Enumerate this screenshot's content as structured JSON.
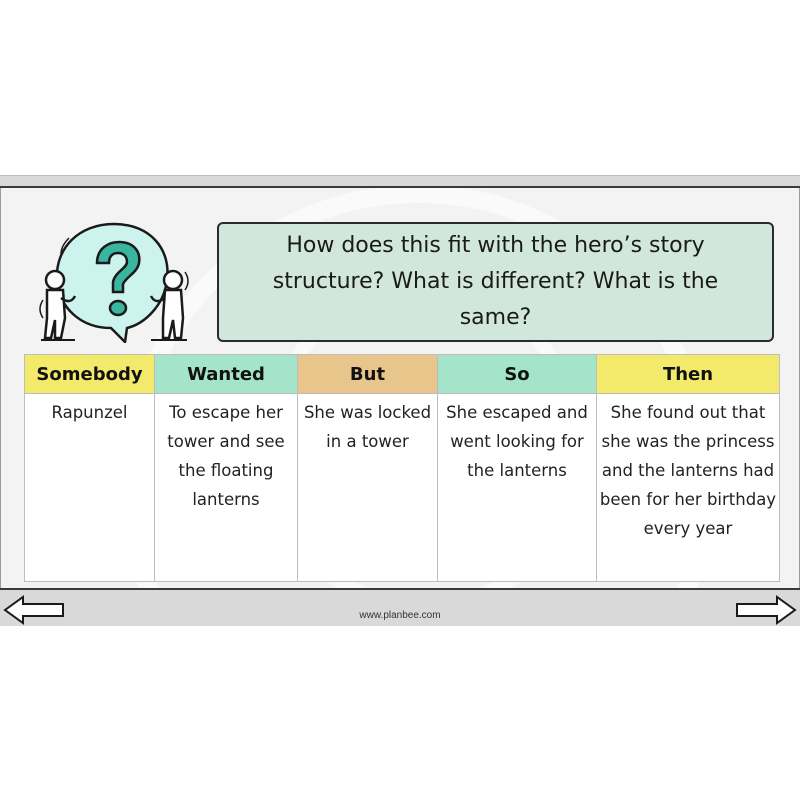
{
  "question": {
    "text": "How does this fit with the hero’s story structure? What is different? What is the same?"
  },
  "illustration": {
    "description": "Two figures holding a speech bubble with a question mark",
    "icon": "question-mark-icon",
    "colors": {
      "bubble": "#cdf3ee",
      "mark": "#3ab5a0"
    }
  },
  "table": {
    "headers": [
      {
        "label": "Somebody",
        "color": "#f3e96b"
      },
      {
        "label": "Wanted",
        "color": "#a3e4cb"
      },
      {
        "label": "But",
        "color": "#e8c58a"
      },
      {
        "label": "So",
        "color": "#a3e4cb"
      },
      {
        "label": "Then",
        "color": "#f3e96b"
      }
    ],
    "row": [
      "Rapunzel",
      "To escape her tower and see the floating lanterns",
      "She was locked in a tower",
      "She escaped and went looking for the lanterns",
      "She found out that she was the princess and the lanterns had been for her birthday every year"
    ]
  },
  "footer": {
    "url": "www.planbee.com",
    "prev_icon": "arrow-left-icon",
    "next_icon": "arrow-right-icon"
  },
  "colors": {
    "question_box_bg": "#d1e7dc",
    "slide_bg": "#f3f3f3",
    "band_bg": "#d9d9d9"
  }
}
